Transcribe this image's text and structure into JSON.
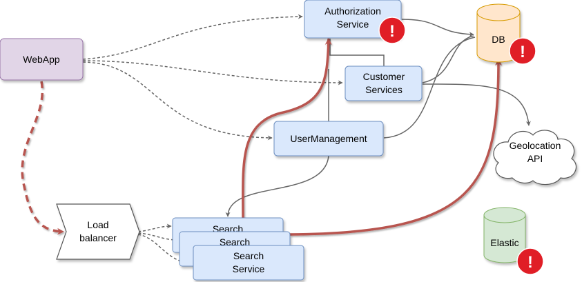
{
  "nodes": {
    "webapp": {
      "label": "WebApp"
    },
    "auth": {
      "label_line1": "Authorization",
      "label_line2": "Service"
    },
    "db": {
      "label": "DB"
    },
    "customer": {
      "label_line1": "Customer",
      "label_line2": "Services"
    },
    "usermgmt": {
      "label": "UserManagement"
    },
    "geo": {
      "label_line1": "Geolocation",
      "label_line2": "API"
    },
    "lb": {
      "label_line1": "Load",
      "label_line2": "balancer"
    },
    "search1": {
      "label": "Search"
    },
    "search2": {
      "label": "Search"
    },
    "search3": {
      "label_line1": "Search",
      "label_line2": "Service"
    },
    "elastic": {
      "label": "Elastic"
    }
  },
  "alert_glyph": "!",
  "colors": {
    "webapp_fill": "#e1d5e7",
    "webapp_stroke": "#9673a6",
    "service_fill": "#dae8fc",
    "service_stroke": "#6c8ebf",
    "db_fill": "#ffe6cc",
    "db_stroke": "#d79b00",
    "elastic_fill": "#d5e8d4",
    "elastic_stroke": "#82b366",
    "edge_gray": "#666666",
    "edge_red": "#b85450",
    "alert_red": "#e01e26"
  }
}
